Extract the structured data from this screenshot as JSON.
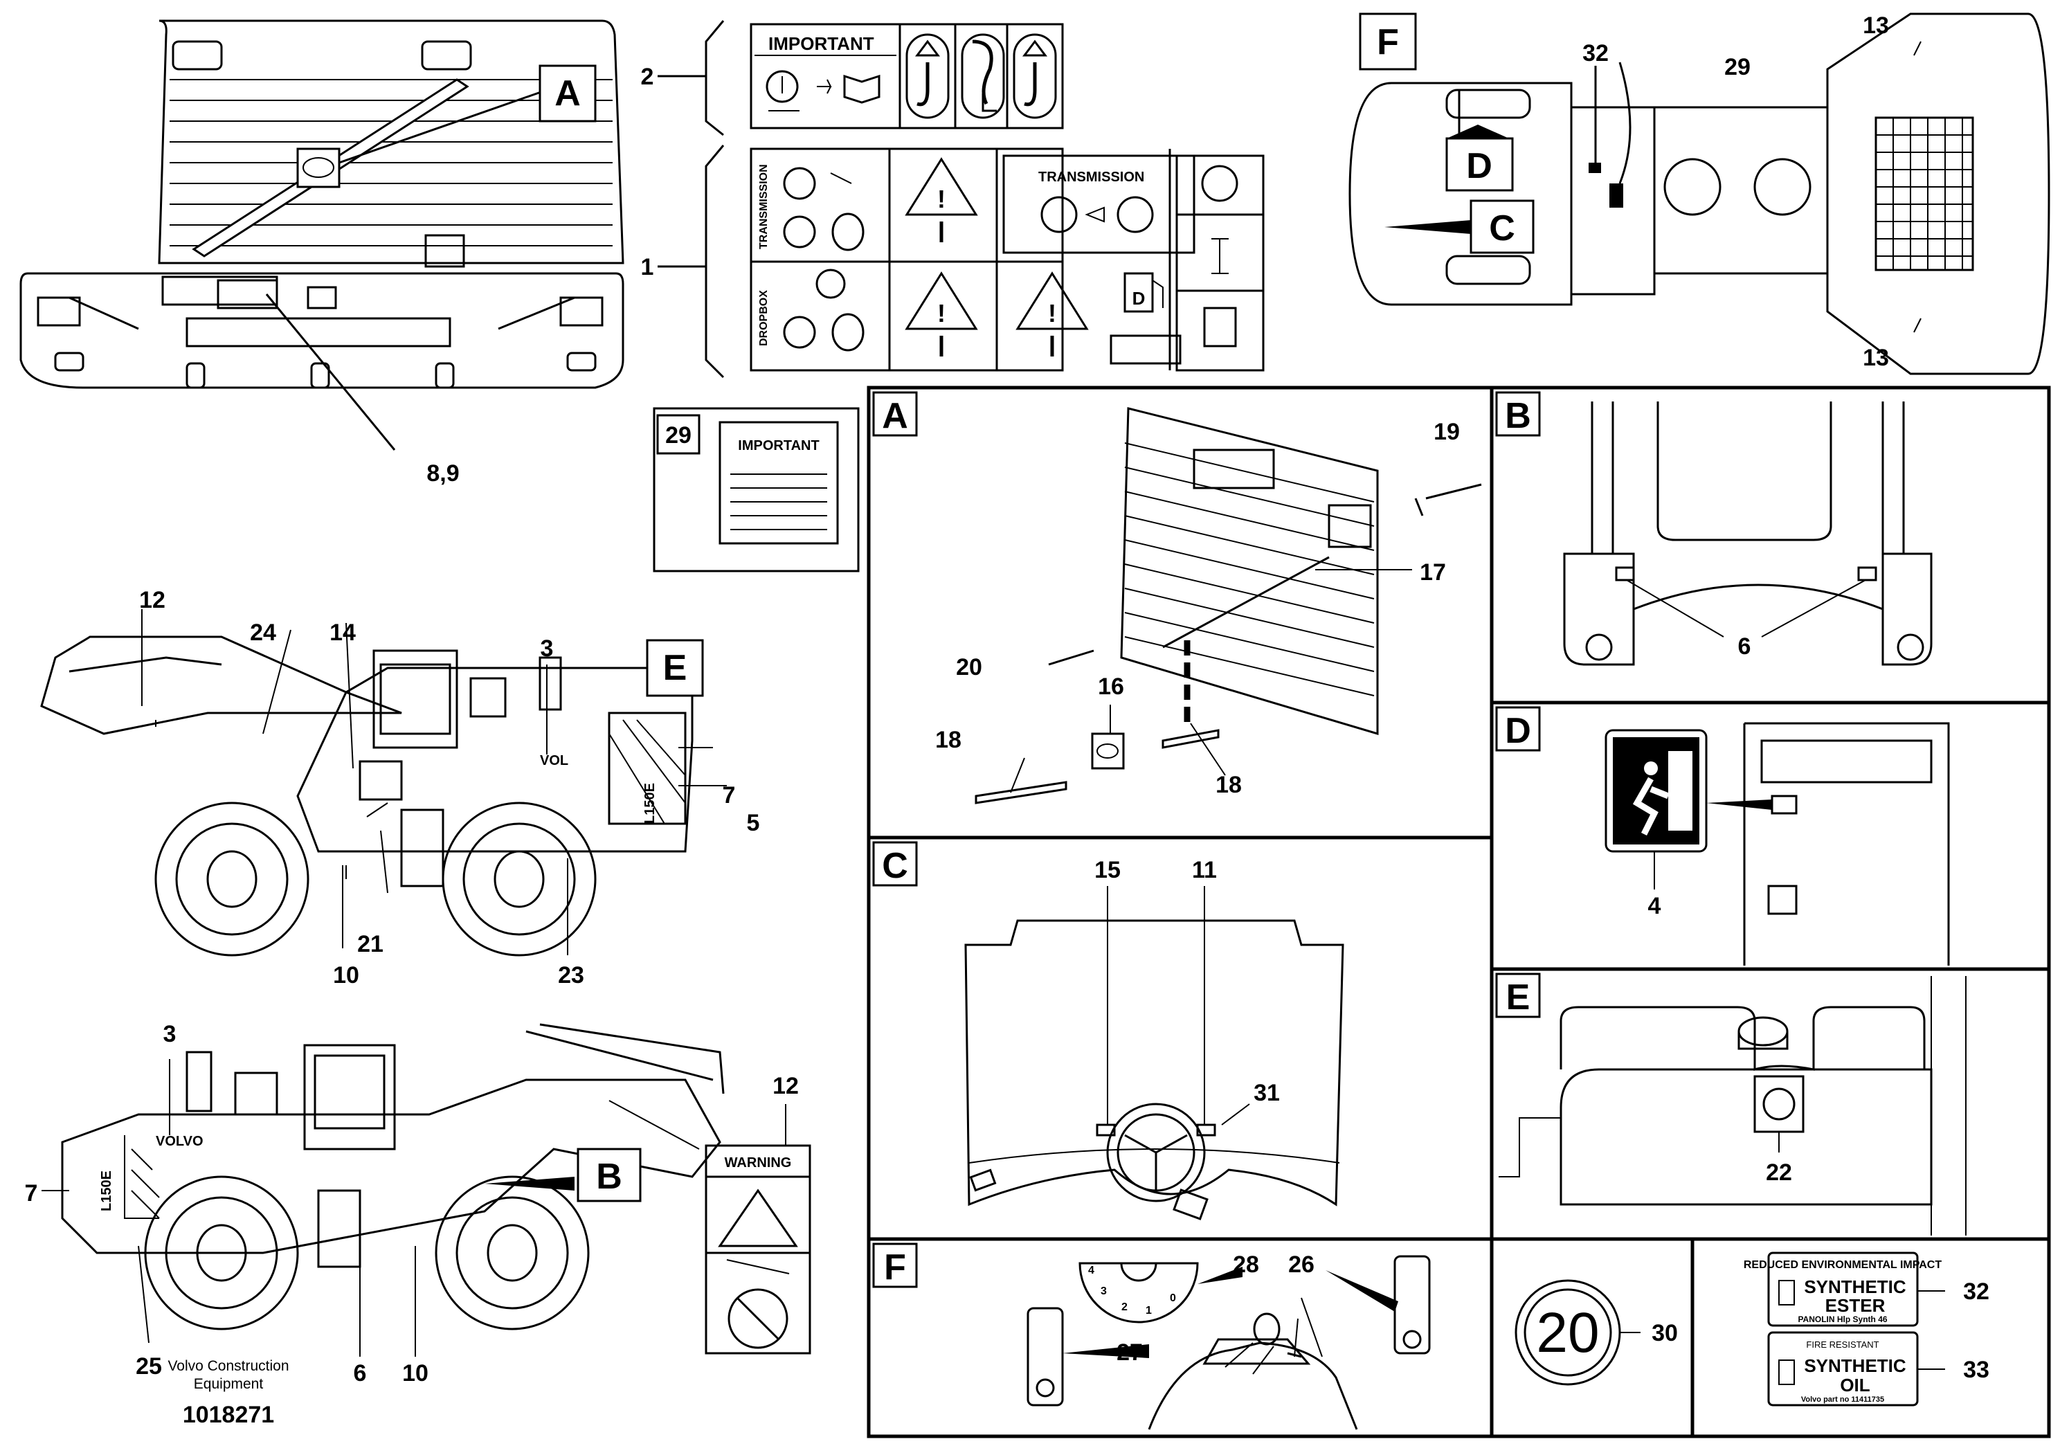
{
  "document": {
    "company_caption_line1": "Volvo Construction",
    "company_caption_line2": "Equipment",
    "document_number": "1018271"
  },
  "boxes": {
    "a": "A",
    "b": "B",
    "c": "C",
    "d": "D",
    "e": "E",
    "f": "F"
  },
  "decals": {
    "important": "IMPORTANT",
    "transmission": "TRANSMISSION",
    "dropbox": "DROPBOX",
    "fuel_letter": "D",
    "warning": "WARNING",
    "volvo_badge": "VOLVO",
    "vol_badge": "VOL",
    "model": "L150E",
    "speed": "20",
    "label32_header": "REDUCED ENVIRONMENTAL IMPACT",
    "label32_line1": "SYNTHETIC",
    "label32_line2": "ESTER",
    "label32_footer": "PANOLIN Hlp Synth 46",
    "label33_header": "FIRE RESISTANT",
    "label33_line1": "SYNTHETIC",
    "label33_line2": "OIL",
    "label33_footer": "Volvo part no 11411735"
  },
  "callouts": {
    "c1": "1",
    "c2": "2",
    "c3": "3",
    "c3b": "3",
    "c4": "4",
    "c5": "5",
    "c6": "6",
    "c6b": "6",
    "c7": "7",
    "c7b": "7",
    "c89": "8,9",
    "c10": "10",
    "c10b": "10",
    "c11": "11",
    "c12": "12",
    "c12b": "12",
    "c13": "13",
    "c13b": "13",
    "c14": "14",
    "c15": "15",
    "c16": "16",
    "c17": "17",
    "c18": "18",
    "c18b": "18",
    "c19": "19",
    "c20": "20",
    "c21": "21",
    "c22": "22",
    "c23": "23",
    "c24": "24",
    "c25": "25",
    "c26": "26",
    "c27": "27",
    "c28": "28",
    "c29": "29",
    "c29b": "29",
    "c30": "30",
    "c31": "31",
    "c32": "32",
    "c32b": "32",
    "c33": "33"
  },
  "dial_numbers": [
    "4",
    "3",
    "2",
    "1",
    "0"
  ]
}
